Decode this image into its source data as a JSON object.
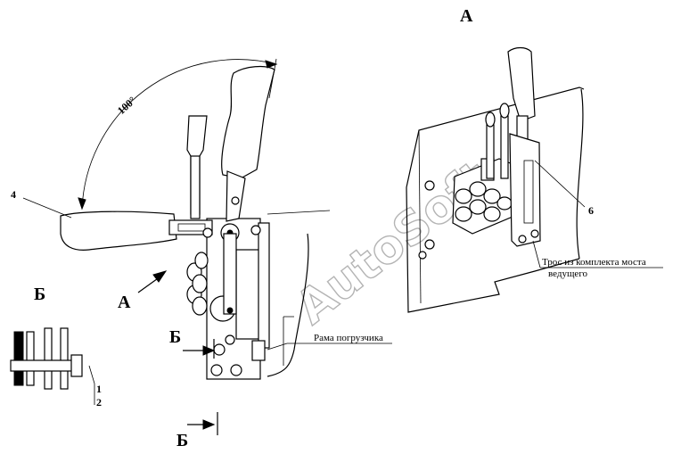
{
  "labels": {
    "view_a_title": "А",
    "view_a_arrow": "А",
    "section_b_top": "Б",
    "section_b_bottom": "Б",
    "section_b_detail": "Б",
    "angle": "100°",
    "part_4": "4",
    "part_6": "6",
    "part_1": "1",
    "part_2": "2",
    "note_loader_frame": "Рама погрузчика",
    "note_cable_line1": "Трос из комплекта моста",
    "note_cable_line2": "ведущего"
  },
  "watermark": "AutoSoft"
}
